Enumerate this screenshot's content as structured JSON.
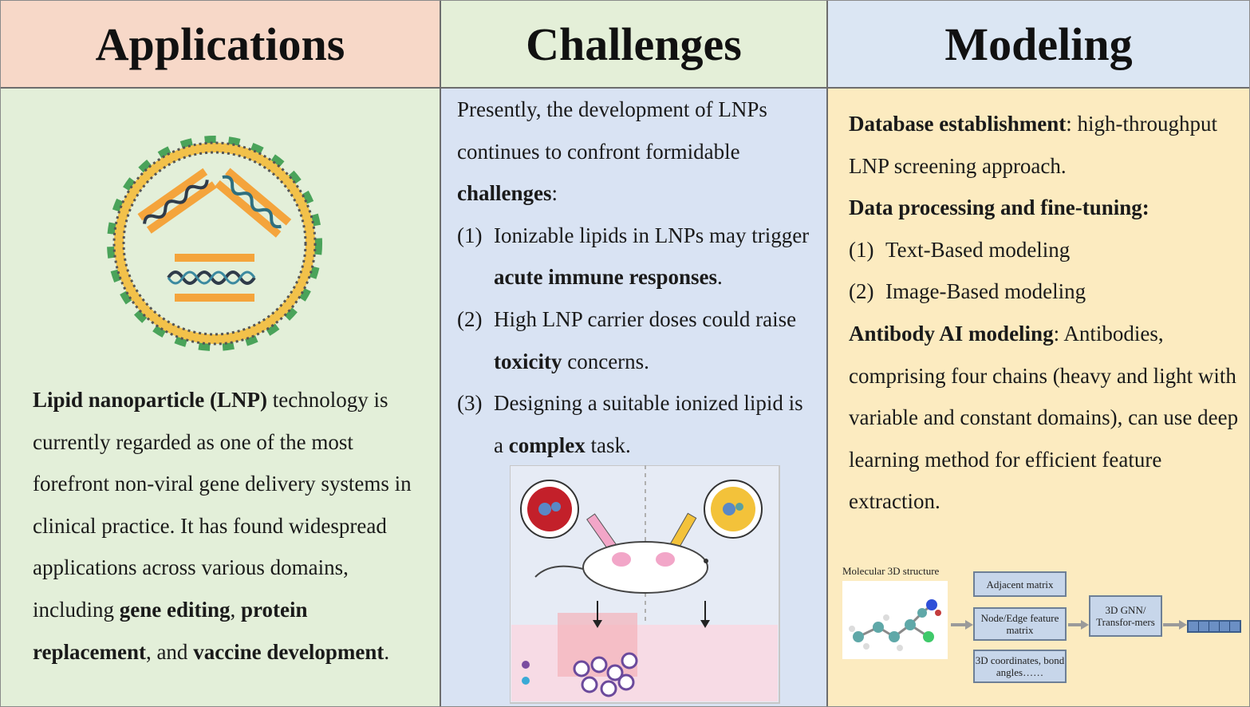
{
  "headers": {
    "applications": "Applications",
    "challenges": "Challenges",
    "modeling": "Modeling"
  },
  "applications": {
    "text_parts": [
      {
        "t": "Lipid nanoparticle",
        "b": true
      },
      {
        "t": " (LNP)",
        "b": true
      },
      {
        "t": " technology is currently regarded as one of the most forefront non-viral gene delivery systems in clinical practice. It has found widespread applications across various domains, including ",
        "b": false
      },
      {
        "t": "gene editing",
        "b": true
      },
      {
        "t": ", ",
        "b": false
      },
      {
        "t": "protein replacement",
        "b": true
      },
      {
        "t": ", and ",
        "b": false
      },
      {
        "t": "vaccine development",
        "b": true
      },
      {
        "t": ".",
        "b": false
      }
    ]
  },
  "challenges": {
    "intro": "Presently, the development of LNPs continues to confront formidable",
    "intro_bold": "challenges",
    "intro_end": ":",
    "items": [
      {
        "num": "(1)",
        "pre": "Ionizable lipids in LNPs may trigger ",
        "bold": "acute immune responses",
        "post": "."
      },
      {
        "num": "(2)",
        "pre": "High LNP carrier doses could raise ",
        "bold": "toxicity",
        "post": " concerns."
      },
      {
        "num": "(3)",
        "pre": "Designing a suitable ionized lipid is a ",
        "bold": "complex",
        "post": " task."
      }
    ]
  },
  "modeling": {
    "db_bold": "Database establishment",
    "db_text": ": high-throughput LNP screening approach.",
    "dp_bold": "Data processing and fine-tuning:",
    "items": [
      {
        "num": "(1)",
        "text": "Text-Based modeling"
      },
      {
        "num": "(2)",
        "text": "Image-Based modeling"
      }
    ],
    "ab_bold": "Antibody AI modeling",
    "ab_text": ": Antibodies, comprising four chains (heavy and light with variable and constant domains), can use deep learning method for efficient feature extraction.",
    "pipeline": {
      "mol_label": "Molecular 3D structure",
      "box1": "Adjacent matrix",
      "box2": "Node/Edge feature matrix",
      "box3": "3D coordinates, bond angles……",
      "box4": "3D GNN/ Transfor-mers"
    }
  },
  "colors": {
    "app_header_bg": "#f7d8c8",
    "chal_header_bg": "#e4efd8",
    "model_header_bg": "#dbe6f3",
    "app_body_bg": "#e3efd9",
    "chal_body_bg": "#d9e3f3",
    "model_body_bg": "#fcebc0"
  }
}
